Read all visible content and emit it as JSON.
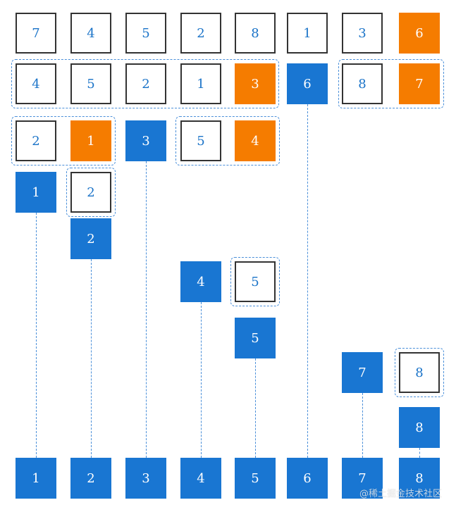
{
  "colors": {
    "unsorted_border": "#333333",
    "unsorted_text": "#1a73c8",
    "pivot": "#f57c00",
    "placed": "#1976d2",
    "guide_line": "#4a8fd9"
  },
  "rows": [
    {
      "cells": [
        {
          "value": "7",
          "state": "unsorted"
        },
        {
          "value": "4",
          "state": "unsorted"
        },
        {
          "value": "5",
          "state": "unsorted"
        },
        {
          "value": "2",
          "state": "unsorted"
        },
        {
          "value": "8",
          "state": "unsorted"
        },
        {
          "value": "1",
          "state": "unsorted"
        },
        {
          "value": "3",
          "state": "unsorted"
        },
        {
          "value": "6",
          "state": "pivot"
        }
      ]
    },
    {
      "cells": [
        {
          "value": "4",
          "state": "unsorted"
        },
        {
          "value": "5",
          "state": "unsorted"
        },
        {
          "value": "2",
          "state": "unsorted"
        },
        {
          "value": "1",
          "state": "unsorted"
        },
        {
          "value": "3",
          "state": "pivot"
        },
        {
          "value": "6",
          "state": "placed"
        },
        {
          "value": "8",
          "state": "unsorted"
        },
        {
          "value": "7",
          "state": "pivot"
        }
      ]
    },
    {
      "cells": [
        {
          "value": "2",
          "state": "unsorted"
        },
        {
          "value": "1",
          "state": "pivot"
        },
        {
          "value": "3",
          "state": "placed"
        },
        {
          "value": "5",
          "state": "unsorted"
        },
        {
          "value": "4",
          "state": "pivot"
        }
      ]
    },
    {
      "cells": [
        {
          "value": "1",
          "state": "placed"
        },
        {
          "value": "2",
          "state": "unsorted"
        }
      ]
    },
    {
      "cells": [
        {
          "value": "2",
          "state": "placed"
        }
      ]
    },
    {
      "cells": [
        {
          "value": "4",
          "state": "placed"
        },
        {
          "value": "5",
          "state": "unsorted"
        }
      ]
    },
    {
      "cells": [
        {
          "value": "5",
          "state": "placed"
        }
      ]
    },
    {
      "cells": [
        {
          "value": "7",
          "state": "placed"
        },
        {
          "value": "8",
          "state": "unsorted"
        }
      ]
    },
    {
      "cells": [
        {
          "value": "8",
          "state": "placed"
        }
      ]
    },
    {
      "cells": [
        {
          "value": "1",
          "state": "placed"
        },
        {
          "value": "2",
          "state": "placed"
        },
        {
          "value": "3",
          "state": "placed"
        },
        {
          "value": "4",
          "state": "placed"
        },
        {
          "value": "5",
          "state": "placed"
        },
        {
          "value": "6",
          "state": "placed"
        },
        {
          "value": "7",
          "state": "placed"
        },
        {
          "value": "8",
          "state": "placed"
        }
      ]
    }
  ],
  "watermark": "@稀土掘金技术社区"
}
